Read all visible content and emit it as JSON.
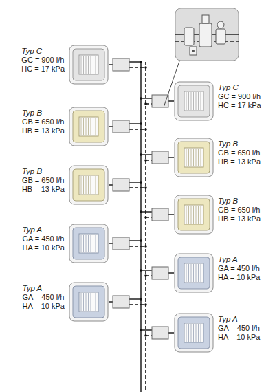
{
  "diagram": {
    "nodes": [
      {
        "text": [
          "Typ C",
          "GC = 900 l/h",
          "HC = 17 kPa"
        ]
      },
      {
        "text": [
          "Typ C",
          "GC = 900 l/h",
          "HC = 17 kPa"
        ]
      },
      {
        "text": [
          "Typ B",
          "GB = 650 l/h",
          "HB = 13 kPa"
        ]
      },
      {
        "text": [
          "Typ B",
          "GB = 650 l/h",
          "HB = 13 kPa"
        ]
      },
      {
        "text": [
          "Typ B",
          "GB = 650 l/h",
          "HB = 13 kPa"
        ]
      },
      {
        "text": [
          "Typ B",
          "GB = 650 l/h",
          "HB = 13 kPa"
        ]
      },
      {
        "text": [
          "Typ A",
          "GA = 450 l/h",
          "HA = 10 kPa"
        ]
      },
      {
        "text": [
          "Typ A",
          "GA = 450 l/h",
          "HA = 10 kPa"
        ]
      },
      {
        "text": [
          "Typ A",
          "GA = 450 l/h",
          "HA = 10 kPa"
        ]
      },
      {
        "text": [
          "Typ A",
          "GA = 450 l/h",
          "HA = 10 kPa"
        ]
      }
    ]
  }
}
